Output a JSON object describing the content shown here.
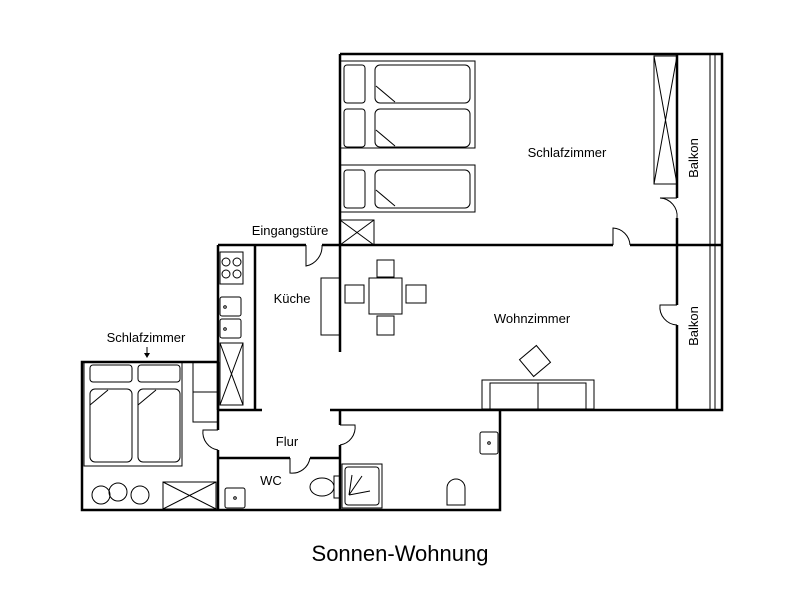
{
  "title": "Sonnen-Wohnung",
  "rooms": {
    "schlafzimmer_main": "Schlafzimmer",
    "balkon_top": "Balkon",
    "balkon_bottom": "Balkon",
    "eingangstuere": "Eingangstüre",
    "kueche": "Küche",
    "wohnzimmer": "Wohnzimmer",
    "schlafzimmer_small": "Schlafzimmer",
    "flur": "Flur",
    "wc": "WC"
  }
}
